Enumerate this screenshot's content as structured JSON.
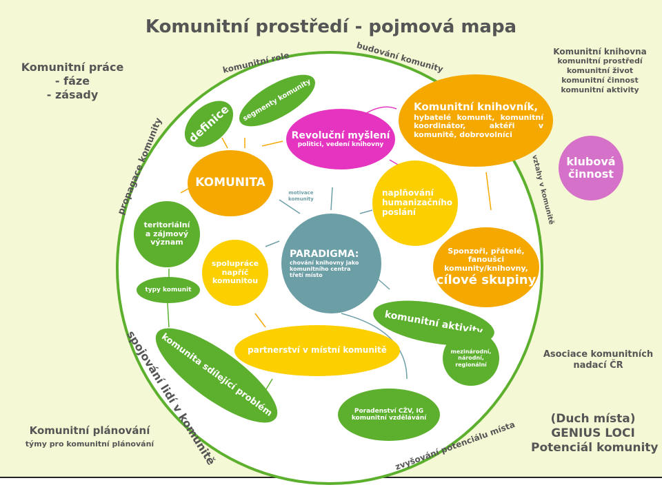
{
  "title": "Komunitní prostředí - pojmová mapa",
  "corners": {
    "top_left": [
      "Komunitní práce",
      "- fáze",
      "- zásady"
    ],
    "top_right": [
      "Komunitní knihovna",
      "komunitní prostředí",
      "komunitní život",
      "komunitní činnost",
      "komunitní aktivity"
    ],
    "right_mid": [
      "Asociace komunitních",
      "nadací ČR"
    ],
    "bottom_right": [
      "(Duch místa)",
      "GENIUS LOCI",
      "Potenciál komunity"
    ],
    "bottom_left": [
      "Komunitní plánování",
      "týmy pro komunitní plánování"
    ]
  },
  "ring_labels": {
    "komunitni_role": "komunitní role",
    "budovani": "budování komunity",
    "propagace": "propagace komunity",
    "vztahy": "vztahy v komunitě",
    "spojovani": "spojování lidí v komunitě",
    "zvysovani": "zvyšování potenciálu místa"
  },
  "nodes": {
    "knihovnik": {
      "title": "Komunitní knihovník,",
      "sub": "hybatelé komunit, komunitní koordinátor, aktéři v komunitě, dobrovolníci"
    },
    "revolucni": {
      "title": "Revoluční myšlení",
      "sub": "politici, vedení knihovny"
    },
    "definice": "definice",
    "segmenty": "segmenty komunity",
    "komunita": "KOMUNITA",
    "motivace": [
      "motivace",
      "komunity"
    ],
    "naplnovani": [
      "naplňování",
      "humanizačního",
      "poslání"
    ],
    "teritorialni": [
      "teritoriální",
      "a zájmový",
      "význam"
    ],
    "typy": "typy komunit",
    "paradigma": {
      "title": "PARADIGMA:",
      "sub": [
        "chování knihovny jako",
        "komunitního centra",
        "třetí místo"
      ]
    },
    "spoluprace": [
      "spolupráce",
      "napříč",
      "komunitou"
    ],
    "sponzori": {
      "sub": "Sponzoři, přátelé, fanoušci komunity/knihovny,",
      "title": "cílové skupiny"
    },
    "aktivity": "komunitní aktivity",
    "mezinarodni": [
      "mezinárodní,",
      "národní,",
      "regionální"
    ],
    "partnerstvi": "partnerství v místní komunitě",
    "sdilejici": "komunita sdílející problém",
    "poradenstvi": [
      "Poradenství CŽV, IG",
      "komunitní vzdělávání"
    ],
    "klubova": [
      "klubová",
      "činnost"
    ]
  },
  "colors": {
    "green": "#5cb02e",
    "orange": "#f5a800",
    "yellow": "#fcd000",
    "magenta": "#e535c0",
    "pink": "#d571c8",
    "teal": "#6c9ea6",
    "background": "#f5f8d4"
  }
}
